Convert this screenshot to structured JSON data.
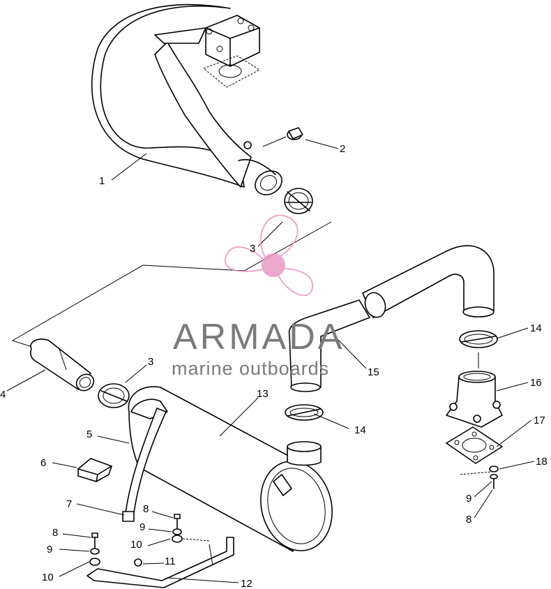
{
  "watermark": {
    "title": "ARMADA",
    "subtitle": "marine outboards",
    "logo_color": "#e89ac4",
    "text_color": "#7a7a7a"
  },
  "callouts": {
    "c1": "1",
    "c2": "2",
    "c3a": "3",
    "c3b": "3",
    "c4": "4",
    "c5": "5",
    "c6": "6",
    "c7": "7",
    "c8a": "8",
    "c8b": "8",
    "c8c": "8",
    "c9a": "9",
    "c9b": "9",
    "c9c": "9",
    "c10a": "10",
    "c10b": "10",
    "c11": "11",
    "c12": "12",
    "c13": "13",
    "c14a": "14",
    "c14b": "14",
    "c15": "15",
    "c16": "16",
    "c17": "17",
    "c18": "18"
  }
}
